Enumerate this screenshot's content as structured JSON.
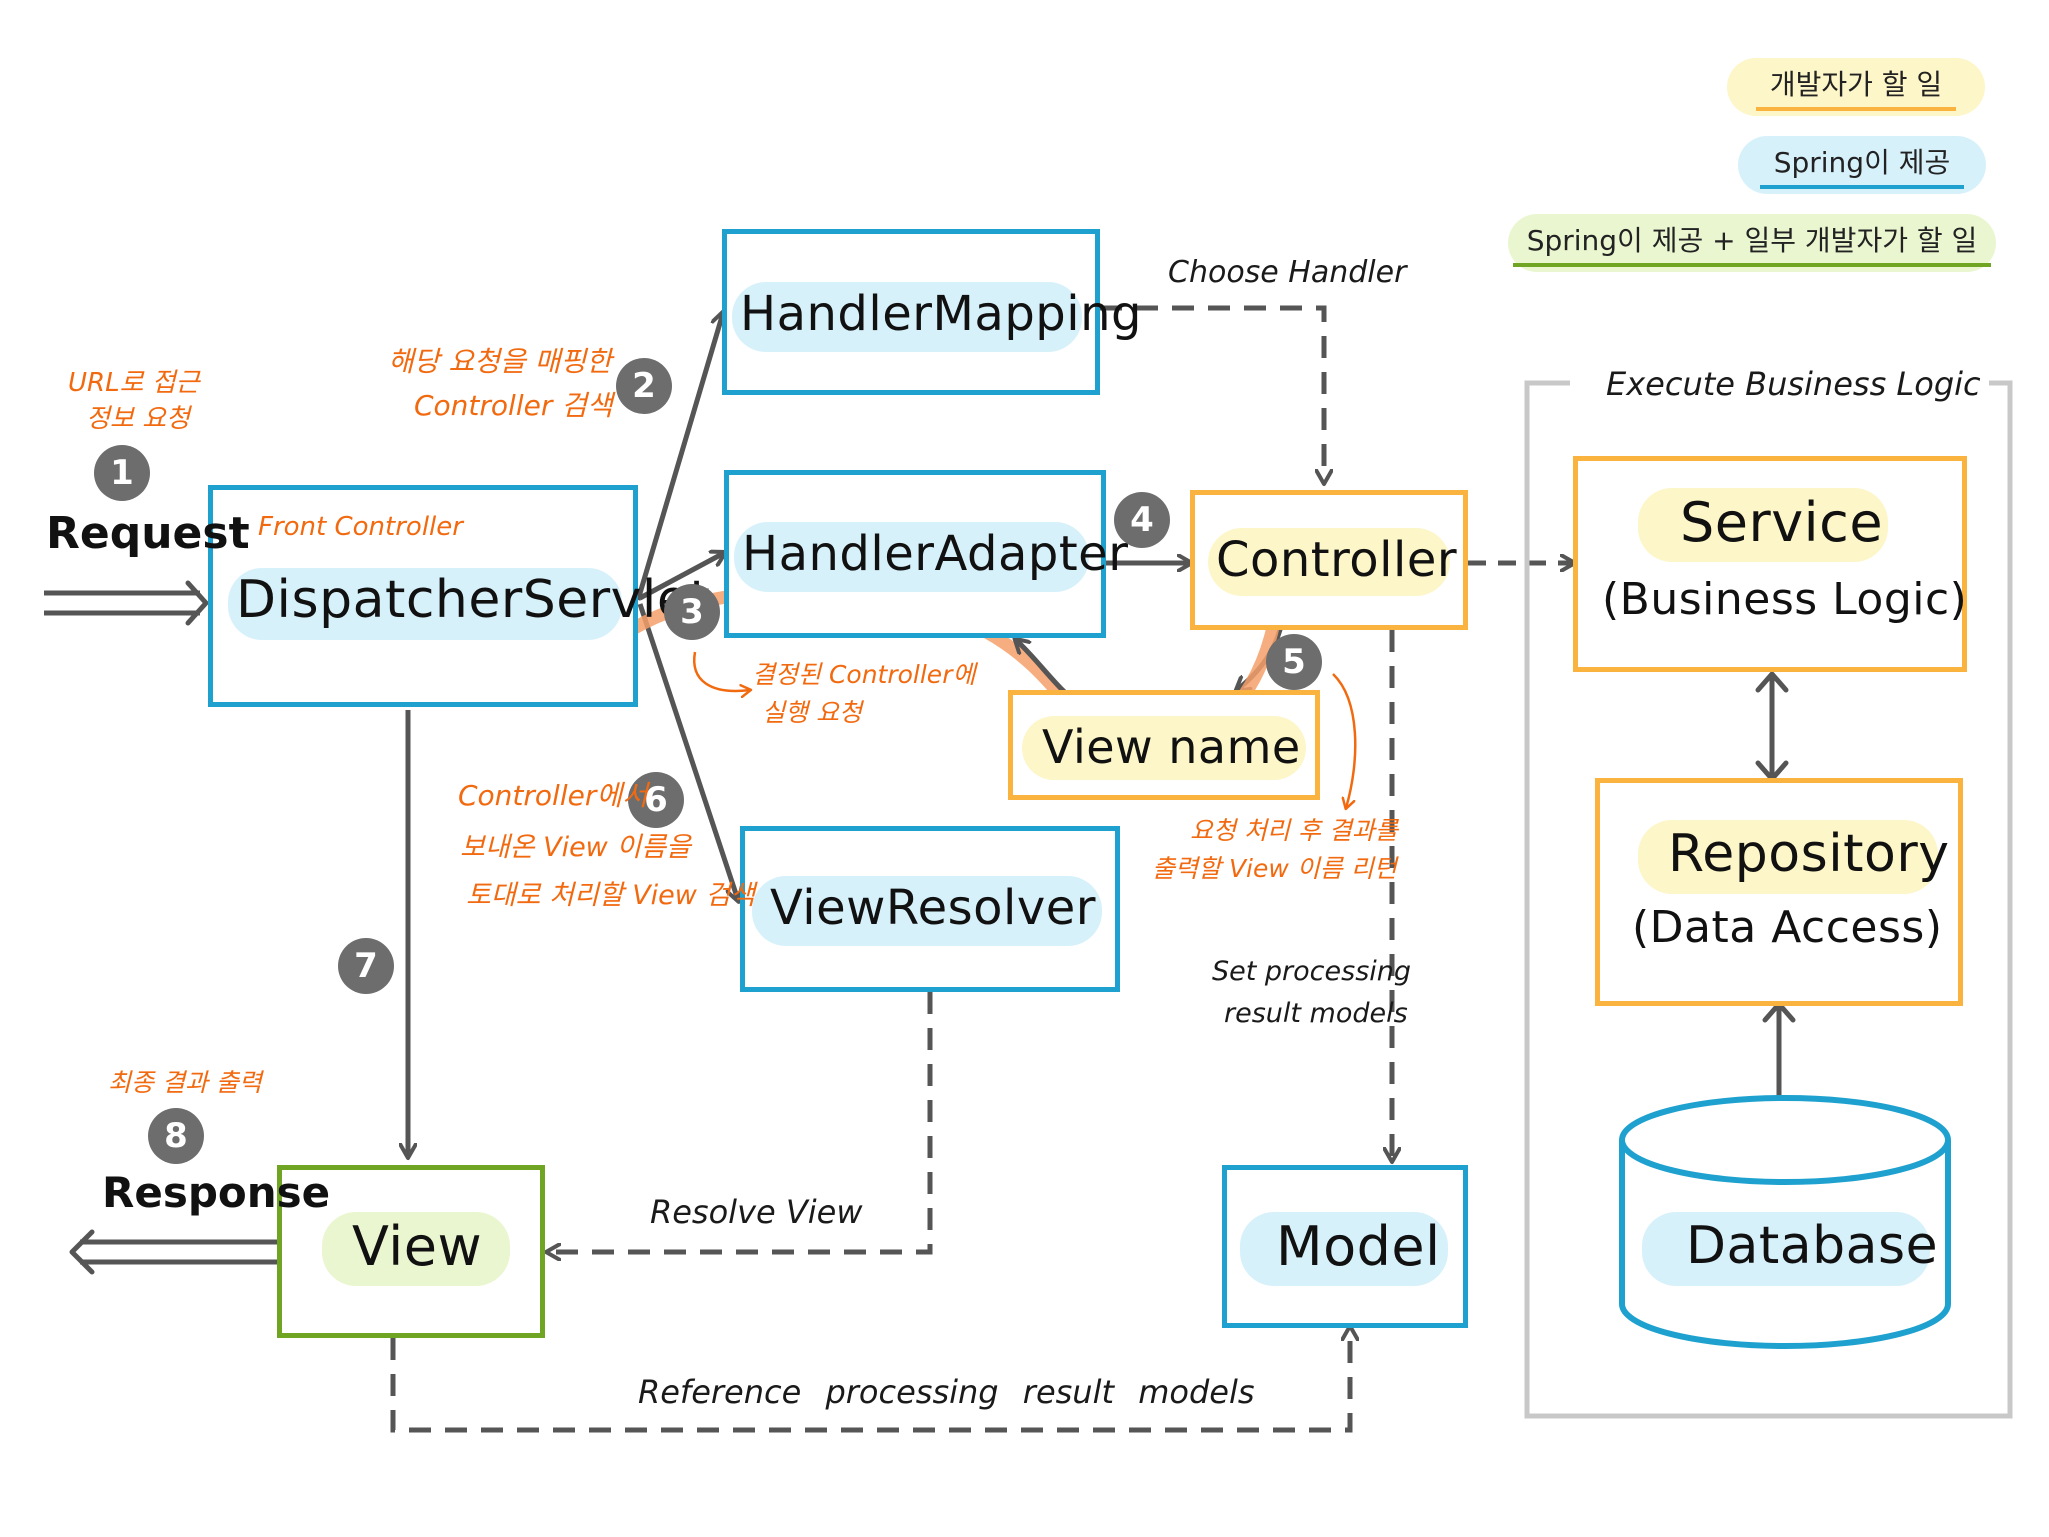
{
  "colors": {
    "developer": "#fdf6c8",
    "spring": "#d7f1fb",
    "mixed": "#eaf6d0",
    "box_blue": "#1ea1cf",
    "box_orange": "#fbb33f",
    "box_green": "#6fa523",
    "accent_orange": "#f26a10",
    "arrow_gray": "#555555"
  },
  "legend": {
    "developer": "개발자가 할 일",
    "spring": "Spring이 제공",
    "mixed": "Spring이 제공 + 일부 개발자가 할 일"
  },
  "components": {
    "dispatcher_caption": "Front Controller",
    "dispatcher": "DispatcherServlet",
    "handler_mapping": "HandlerMapping",
    "handler_adapter": "HandlerAdapter",
    "view_resolver": "ViewResolver",
    "controller": "Controller",
    "view_name": "View name",
    "view": "View",
    "model": "Model",
    "business_group": "Execute Business Logic",
    "service": "Service",
    "service_sub": "(Business Logic)",
    "repository": "Repository",
    "repository_sub": "(Data Access)",
    "database": "Database"
  },
  "steps": [
    {
      "number": "1",
      "label": "Request",
      "note_line1": "URL로 접근",
      "note_line2": "정보 요청"
    },
    {
      "number": "2",
      "note_line1": "해당 요청을 매핑한",
      "note_line2": "Controller 검색"
    },
    {
      "number": "3",
      "note_line1": "결정된 Controller에",
      "note_line2": "실행 요청"
    },
    {
      "number": "4"
    },
    {
      "number": "5",
      "note_line1": "요청 처리 후 결과를",
      "note_line2": "출력할 View 이름 리턴"
    },
    {
      "number": "6",
      "note_line1": "Controller에서",
      "note_line2": "보내온 View 이름을",
      "note_line3": "토대로 처리할 View 검색"
    },
    {
      "number": "7"
    },
    {
      "number": "8",
      "label": "Response",
      "note_line1": "최종 결과 출력"
    }
  ],
  "edge_labels": {
    "choose_handler": "Choose Handler",
    "set_models_line1": "Set processing",
    "set_models_line2": "result models",
    "resolve_view": "Resolve View",
    "reference_models": "Reference processing result models"
  }
}
